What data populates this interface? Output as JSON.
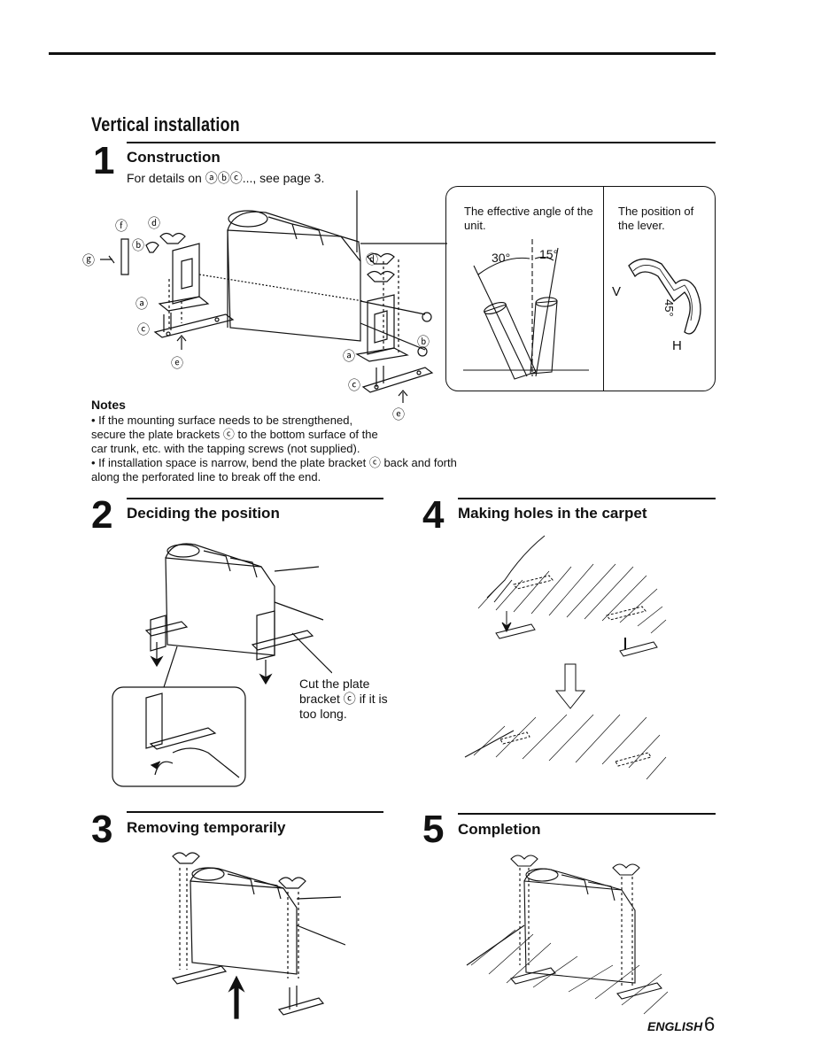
{
  "section_title": "Vertical installation",
  "step1": {
    "number": "1",
    "title": "Construction",
    "details": "For details on ⓐⓑⓒ..., see page 3."
  },
  "angle_box": {
    "angle_text": "The effective angle of the unit.",
    "angle_30": "30°",
    "angle_15": "15°",
    "lever_text": "The position of the lever.",
    "lever_v": "V",
    "lever_h": "H",
    "lever_45": "45°"
  },
  "parts": {
    "a": "ⓐ",
    "b": "ⓑ",
    "c": "ⓒ",
    "d": "ⓓ",
    "e": "ⓔ",
    "f": "ⓕ",
    "g": "ⓖ"
  },
  "notes": {
    "title": "Notes",
    "items": [
      "• If the mounting surface needs to be strengthened, secure the plate brackets ⓒ to the bottom surface of the car trunk, etc. with the tapping screws (not supplied).",
      "• If installation space is narrow, bend the plate bracket ⓒ back and forth along the perforated line to break off the end."
    ]
  },
  "step2": {
    "number": "2",
    "title": "Deciding the position",
    "callout": "Cut the plate bracket ⓒ if it is too long."
  },
  "step3": {
    "number": "3",
    "title": "Removing temporarily"
  },
  "step4": {
    "number": "4",
    "title": "Making holes in the carpet"
  },
  "step5": {
    "number": "5",
    "title": "Completion"
  },
  "footer": {
    "language": "ENGLISH",
    "page": "6"
  }
}
